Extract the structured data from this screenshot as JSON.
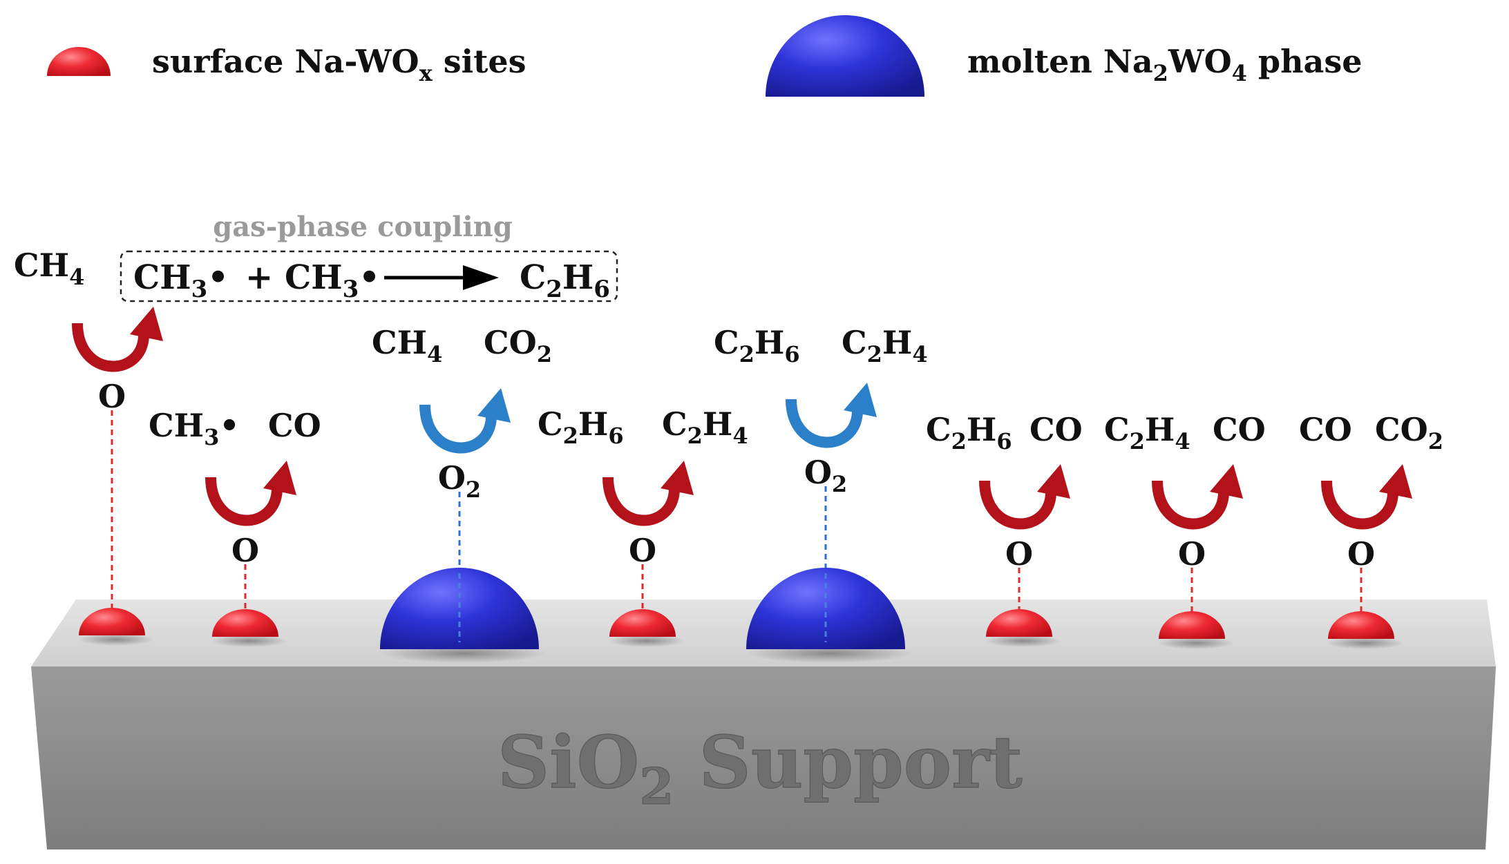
{
  "legend": {
    "red_label_text": "surface Na-WO",
    "red_label_sub": "x",
    "red_label_tail": " sites",
    "blue_label_pre": "molten Na",
    "blue_label_sub1": "2",
    "blue_label_mid": "WO",
    "blue_label_sub2": "4",
    "blue_label_tail": " phase"
  },
  "gas_phase": {
    "caption": "gas-phase coupling",
    "reactant_a": "CH",
    "reactant_a_sub": "3",
    "reactant_a_dot": "•",
    "plus": "+",
    "reactant_b": "CH",
    "reactant_b_sub": "3",
    "reactant_b_dot": "•",
    "product": "C",
    "product_sub1": "2",
    "product_mid": "H",
    "product_sub2": "6"
  },
  "support": {
    "label_pre": "SiO",
    "label_sub": "2",
    "label_post": " Support"
  },
  "colors": {
    "red_site": "#e8222b",
    "blue_phase": "#2b2fd0",
    "red_arrow": "#b3121b",
    "blue_arrow": "#2c7fc9",
    "support_top": "#d9d9d9",
    "support_front": "#8a8a8a"
  },
  "sites": [
    {
      "kind": "red",
      "oxygen": "O",
      "in_main": "CH",
      "in_sub": "4",
      "in_tail": "",
      "out_main": "",
      "out_sub": "",
      "out_tail": ""
    },
    {
      "kind": "red",
      "oxygen": "O",
      "in_main": "CH",
      "in_sub": "3",
      "in_tail": "•",
      "out_main": "CO",
      "out_sub": "",
      "out_tail": ""
    },
    {
      "kind": "blue",
      "oxygen": "O",
      "oxygen_sub": "2",
      "in_main": "CH",
      "in_sub": "4",
      "in_tail": "",
      "out_main": "CO",
      "out_sub": "2",
      "out_tail": ""
    },
    {
      "kind": "red",
      "oxygen": "O",
      "in_main": "C",
      "in_sub": "2",
      "in_tail": "H",
      "in_sub2": "6",
      "out_main": "C",
      "out_sub": "2",
      "out_tail": "H",
      "out_sub2": "4"
    },
    {
      "kind": "blue",
      "oxygen": "O",
      "oxygen_sub": "2",
      "in_main": "C",
      "in_sub": "2",
      "in_tail": "H",
      "in_sub2": "6",
      "out_main": "C",
      "out_sub": "2",
      "out_tail": "H",
      "out_sub2": "4"
    },
    {
      "kind": "red",
      "oxygen": "O",
      "in_main": "C",
      "in_sub": "2",
      "in_tail": "H",
      "in_sub2": "6",
      "out_main": "CO",
      "out_sub": "",
      "out_tail": ""
    },
    {
      "kind": "red",
      "oxygen": "O",
      "in_main": "C",
      "in_sub": "2",
      "in_tail": "H",
      "in_sub2": "4",
      "out_main": "CO",
      "out_sub": "",
      "out_tail": ""
    },
    {
      "kind": "red",
      "oxygen": "O",
      "in_main": "CO",
      "in_sub": "",
      "in_tail": "",
      "out_main": "CO",
      "out_sub": "2",
      "out_tail": ""
    }
  ]
}
